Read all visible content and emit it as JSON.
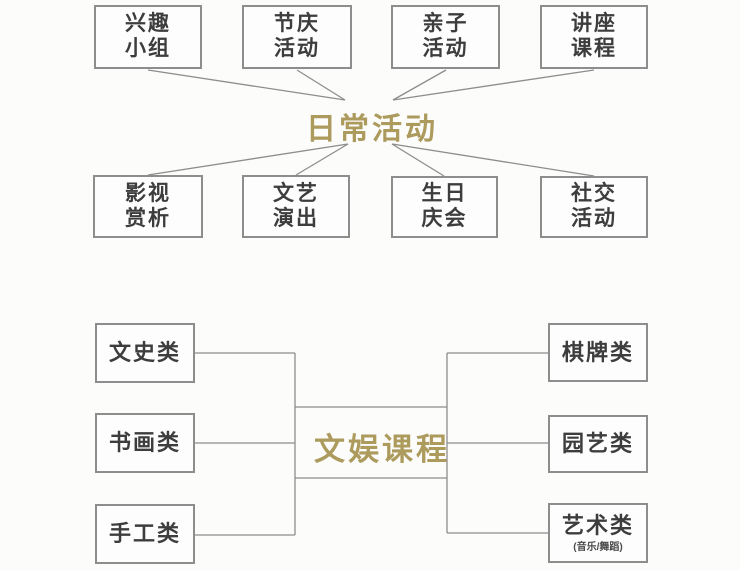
{
  "colors": {
    "accent_gold": "#ac9b5c",
    "box_border": "#8d8d8d",
    "connector_line": "#8d8d8d",
    "node_text": "#3d3d3d",
    "background": "#fcfcfb"
  },
  "diagram_daily_activities": {
    "title": "日常活动",
    "top_nodes": [
      {
        "lines": [
          "兴趣",
          "小组"
        ]
      },
      {
        "lines": [
          "节庆",
          "活动"
        ]
      },
      {
        "lines": [
          "亲子",
          "活动"
        ]
      },
      {
        "lines": [
          "讲座",
          "课程"
        ]
      }
    ],
    "bottom_nodes": [
      {
        "lines": [
          "影视",
          "赏析"
        ]
      },
      {
        "lines": [
          "文艺",
          "演出"
        ]
      },
      {
        "lines": [
          "生日",
          "庆会"
        ]
      },
      {
        "lines": [
          "社交",
          "活动"
        ]
      }
    ]
  },
  "diagram_culture_courses": {
    "title": "文娱课程",
    "left_nodes": [
      {
        "label": "文史类"
      },
      {
        "label": "书画类"
      },
      {
        "label": "手工类"
      }
    ],
    "right_nodes": [
      {
        "label": "棋牌类"
      },
      {
        "label": "园艺类"
      },
      {
        "label": "艺术类",
        "sub": "(音乐/舞蹈)"
      }
    ]
  }
}
